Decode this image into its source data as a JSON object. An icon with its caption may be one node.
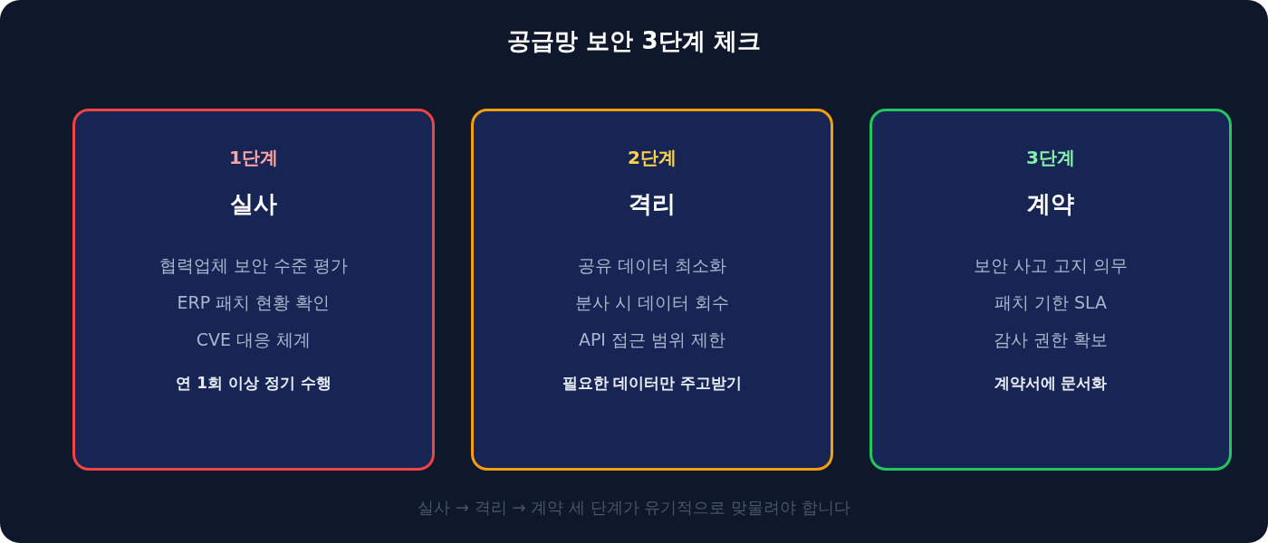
{
  "diagram": {
    "title": "공급망 보안 3단계 체크",
    "caption": "실사 → 격리 → 계약 세 단계가 유기적으로 맞물려야 합니다",
    "nodes": [
      {
        "text": [
          "1단계",
          "실사",
          "협력업체 보안 수준 평가",
          "ERP 패치 현황 확인",
          "CVE 대응 체계",
          "연 1회 이상 정기 수행"
        ]
      },
      {
        "text": [
          "2단계",
          "격리",
          "공유 데이터 최소화",
          "분사 시 데이터 회수",
          "API 접근 범위 제한",
          "필요한 데이터만 주고받기"
        ]
      },
      {
        "text": [
          "3단계",
          "계약",
          "보안 사고 고지 의무",
          "패치 기한 SLA",
          "감사 권한 확보",
          "계약서에 문서화"
        ]
      }
    ]
  }
}
